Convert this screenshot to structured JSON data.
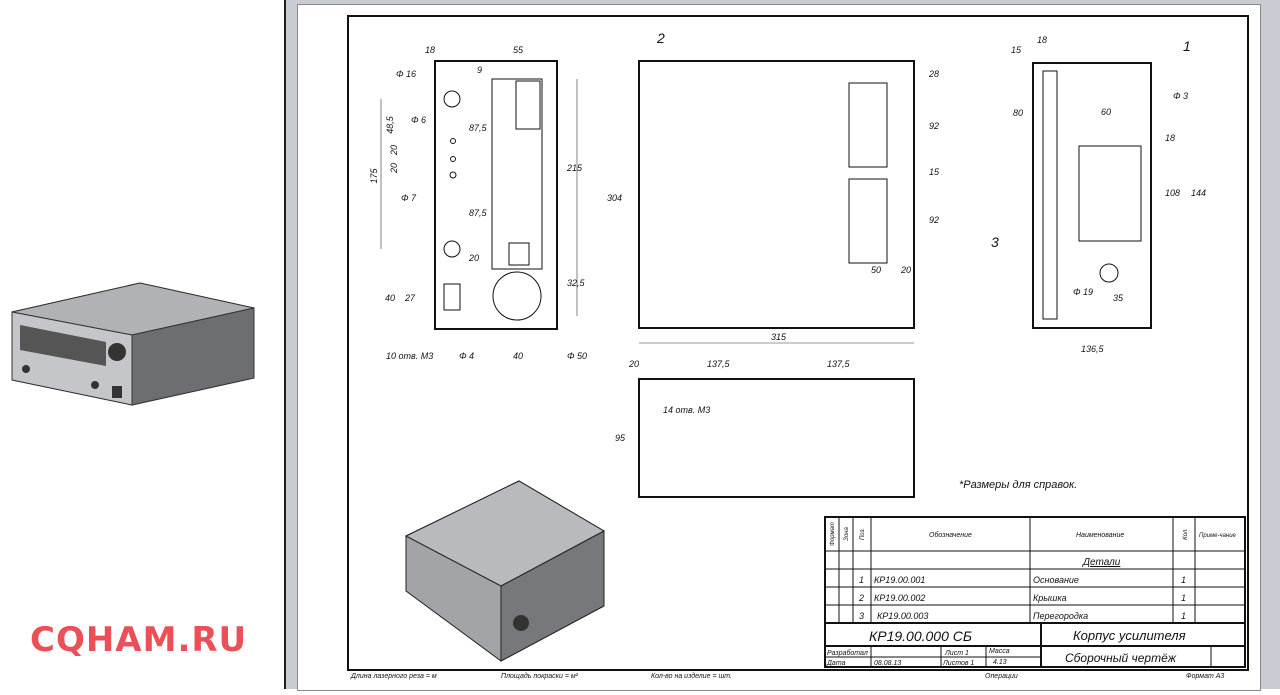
{
  "drawing": {
    "dims_left": [
      "18",
      "55",
      "9",
      "Φ 16",
      "Φ 6",
      "Φ 7",
      "48,5",
      "20",
      "20",
      "175",
      "87,5",
      "87,5",
      "215",
      "20",
      "40",
      "27",
      "32,5",
      "10 отв. М3",
      "Φ 4",
      "40",
      "Φ 50"
    ],
    "dims_top": [
      "2",
      "304",
      "28",
      "92",
      "15",
      "92",
      "50",
      "20",
      "315"
    ],
    "dims_right": [
      "15",
      "18",
      "1",
      "80",
      "Φ 3",
      "60",
      "18",
      "108",
      "144",
      "3",
      "Φ 19",
      "35",
      "136,5"
    ],
    "dims_bottom": [
      "20",
      "137,5",
      "137,5",
      "14 отв. М3",
      "95"
    ],
    "note": "*Размеры для справок."
  },
  "spec_table": {
    "headers": [
      "Формат",
      "Зона",
      "Поз.",
      "Обозначение",
      "Наименование",
      "Кол.",
      "Приме-чание"
    ],
    "section": "Детали",
    "rows": [
      {
        "pos": "1",
        "code": "КР19.00.001",
        "name": "Основание",
        "qty": "1"
      },
      {
        "pos": "2",
        "code": "КР19.00.002",
        "name": "Крышка",
        "qty": "1"
      },
      {
        "pos": "3",
        "code": "КР19.00.003",
        "name": "Перегородка",
        "qty": "1"
      }
    ]
  },
  "title_block": {
    "designation": "КР19.00.000 СБ",
    "title": "Корпус усилителя",
    "doc_type": "Сборочный чертёж",
    "developed_label": "Разработал",
    "date_label": "Дата",
    "date": "08.08.13",
    "sheet_label": "Лист 1",
    "sheets_label": "Листов 1",
    "mass_label": "Масса",
    "mass": "4.13"
  },
  "footer": {
    "laser": "Длина лазерного реза = м",
    "paint": "Площадь покраски = м²",
    "qty": "Кол-во на изделие = шт.",
    "ops": "Операции",
    "format": "Формат А3"
  },
  "watermark": "CQHAM.RU"
}
